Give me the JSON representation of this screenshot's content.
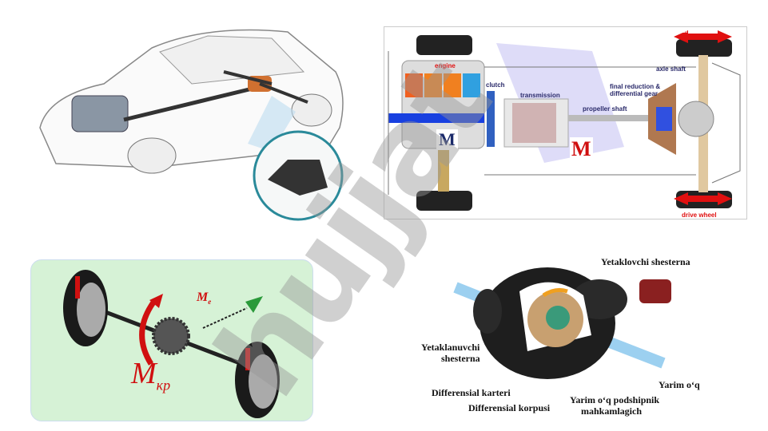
{
  "drivetrain_diagram": {
    "labels": {
      "engine": "engine",
      "clutch": "clutch",
      "transmission": "transmission",
      "propeller_shaft": "propeller shaft",
      "final_reduction": "final reduction &",
      "differential_gear": "differential gear",
      "axle_shaft": "axle shaft",
      "drive_wheel_top": "drive wheel",
      "drive_wheel_bottom": "drive wheel",
      "m_engine": "M",
      "m_transmission": "M"
    }
  },
  "axle_diagram": {
    "torque_main": "M",
    "torque_main_sub": "кр",
    "torque_input": "M",
    "torque_input_sub": "e"
  },
  "differential_diagram": {
    "labels": {
      "driving_gear": "Yetaklovchi shesterna",
      "driven_gear_1": "Yetaklanuvchi",
      "driven_gear_2": "shesterna",
      "housing": "Differensial karteri",
      "case": "Differensial korpusi",
      "bearing_1": "Yarim o‘q podshipnik",
      "bearing_2": "mahkamlagich",
      "half_shaft": "Yarim o‘q"
    }
  },
  "watermark": "hujjat"
}
